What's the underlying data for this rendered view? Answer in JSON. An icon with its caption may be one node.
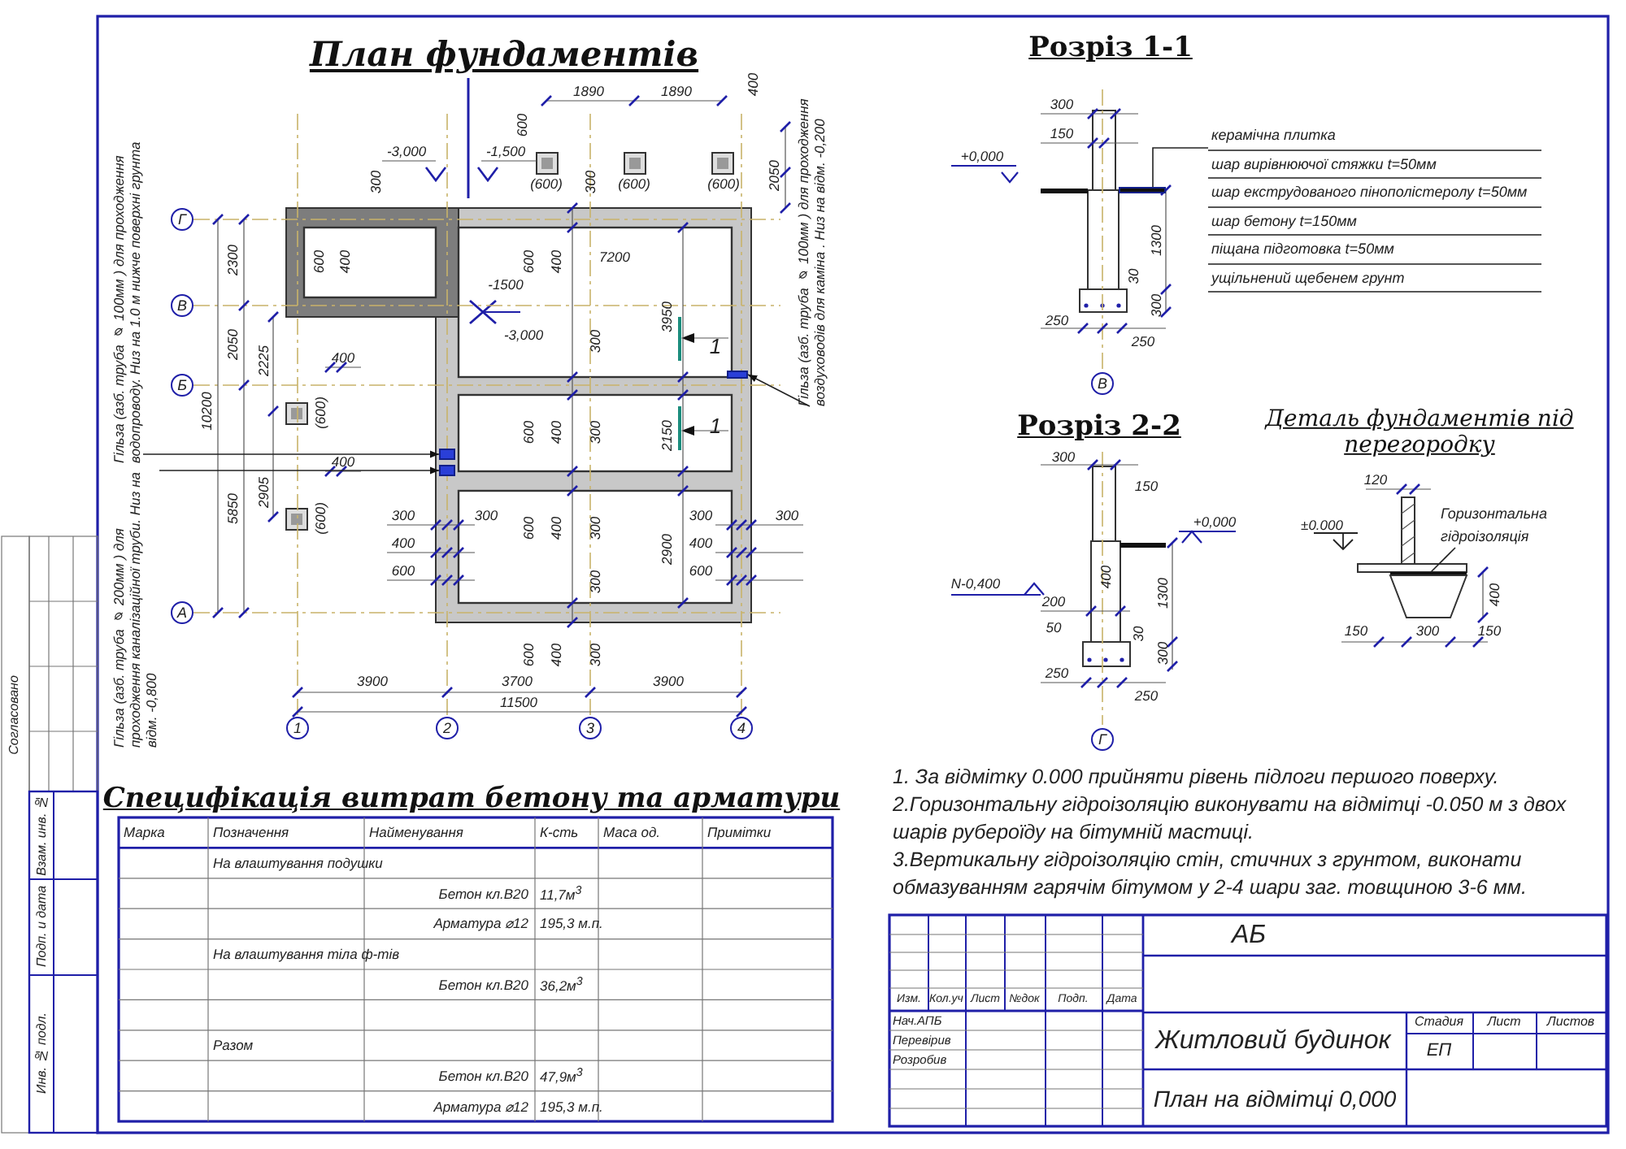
{
  "diagram": {
    "nodes": [
      {
        "text": [
          "Гільза (азб. труба ⌀ 100мм ) для проходження водопроводу. Низ на 1.0 м нижче поверхні грунта"
        ]
      },
      {
        "text": [],
        "shape": "box"
      },
      {
        "text": [
          "Гільза (азб. труба ⌀ 200мм ) для проходження каналізаційної труби. Низ на відм. -0,800"
        ]
      },
      {
        "text": [],
        "shape": "box"
      },
      {
        "text": [
          "Гільза (азб. труба ⌀ 100мм ) для проходження воздуховодів для каміна . Низ на відм. -0,200"
        ]
      },
      {
        "text": [],
        "shape": "box"
      },
      {
        "text": [
          "керамічна плитка",
          "шар вирівнюючої стяжки t=50мм",
          "шар екструдованого пінополістеролу t=50мм",
          "шар бетону t=150мм",
          "піщана підготовка t=50мм",
          "ущільнений щебенем грунт"
        ]
      },
      {
        "text": [
          "Горизонтальна гідроізоляція"
        ]
      },
      {
        "text": [
          "1"
        ]
      },
      {
        "text": [
          "2"
        ]
      },
      {
        "text": [
          "3"
        ]
      },
      {
        "text": [
          "4"
        ]
      },
      {
        "text": [
          "Г"
        ]
      },
      {
        "text": [
          "В"
        ]
      },
      {
        "text": [
          "Б"
        ]
      },
      {
        "text": [
          "А"
        ]
      },
      {
        "text": [
          "В"
        ]
      },
      {
        "text": [
          "Г"
        ]
      },
      {
        "text": [],
        "shape": "bar"
      }
    ],
    "edges": [
      {
        "from": 0,
        "to": 1,
        "arrow": "to"
      },
      {
        "from": 2,
        "to": 3,
        "arrow": "to"
      },
      {
        "from": 4,
        "to": 5,
        "arrow": "to"
      },
      {
        "from": 6,
        "to": 18,
        "arrow": "none"
      },
      {
        "from": 7,
        "to": null,
        "arrow": "none"
      }
    ],
    "labels": [
      "План фундаментів",
      "Розріз 1-1",
      "1890",
      "1890",
      "400",
      "600",
      "-3,000",
      "-1,500",
      "(600)",
      "(600)",
      "(600)",
      "300",
      "300",
      "2050",
      "600",
      "400",
      "600",
      "400",
      "7200",
      "-1500",
      "-3,000",
      "300",
      "3950",
      "1",
      "2300",
      "2050",
      "2225",
      "10200",
      "400",
      "(600)",
      "1",
      "600",
      "400",
      "300",
      "2150",
      "400",
      "2905",
      "5850",
      "(600)",
      "300",
      "300",
      "300",
      "300",
      "400",
      "400",
      "600",
      "600",
      "600",
      "400",
      "300",
      "2900",
      "300",
      "600",
      "400",
      "300",
      "3900",
      "3700",
      "3900",
      "11500",
      "300",
      "150",
      "+0,000",
      "1300",
      "30",
      "300",
      "250",
      "250",
      "Розріз 2-2",
      "Деталь фундаментів під перегородку",
      "300",
      "150",
      "+0,000",
      "120",
      "±0.000",
      "N-0,400",
      "400",
      "1300",
      "400",
      "200",
      "50",
      "150",
      "300",
      "150",
      "30",
      "300",
      "250",
      "250",
      "Специфікація витрат бетону та арматури",
      "Марка",
      "Позначення",
      "Найменування",
      "К-сть",
      "Маса од.",
      "Примітки",
      "На влаштування подушки",
      "Бетон кл.В20",
      "11,7м$^{3}$",
      "Арматура ⌀12",
      "195,3 м.п.",
      "На влаштування тіла ф-тів",
      "Бетон кл.В20",
      "36,2м$^{3}$",
      "Разом",
      "Бетон кл.В20",
      "47,9м$^{3}$",
      "Арматура ⌀12",
      "195,3 м.п.",
      "1. За відмітку 0.000 прийняти рівень підлоги першого поверху.",
      "2.Горизонтальну гідроізоляцію виконувати на відмітці -0.050 м з двох шарів рубероїду на бітумній мастиці.",
      "3.Вертикальну гідроізоляцію стін, стичних з грунтом, виконати обмазуванням гарячім бітумом у 2-4 шари заг. товщиною 3-6 мм.",
      "АБ",
      "Изм.",
      "Кол.уч",
      "Лист",
      "№док",
      "Подп.",
      "Дата",
      "Нач.АПБ",
      "Перевірив",
      "Розробив",
      "Житловий будинок",
      "Стадия",
      "Лист",
      "Листов",
      "ЕП",
      "План на відмітці 0,000",
      "Согласовано",
      "Взам. инв. №",
      "Подп. и дата",
      "Инв. № подл."
    ]
  }
}
